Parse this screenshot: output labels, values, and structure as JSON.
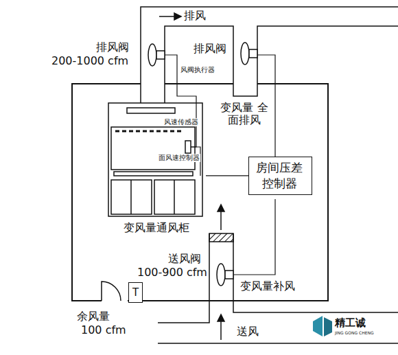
{
  "diagram": {
    "nodes": [
      {
        "text": [
          "变风量通风柜"
        ]
      },
      {
        "text": [
          "房间压差 控制器"
        ]
      },
      {
        "text": [
          "T"
        ]
      }
    ],
    "edges": [
      {
        "from": 0,
        "to": 1,
        "arrow": "none"
      }
    ],
    "labels": [
      "排风",
      "排风阀",
      "200-1000 cfm",
      "风阀执行器",
      "排风阀",
      "变风量 全面排风",
      "风速传感器",
      "面风速控制器",
      "送风阀",
      "100-900 cfm",
      "变风量补风",
      "余风量",
      "100 cfm",
      "送风",
      "精工诚",
      "JING GONG CHENG"
    ]
  }
}
